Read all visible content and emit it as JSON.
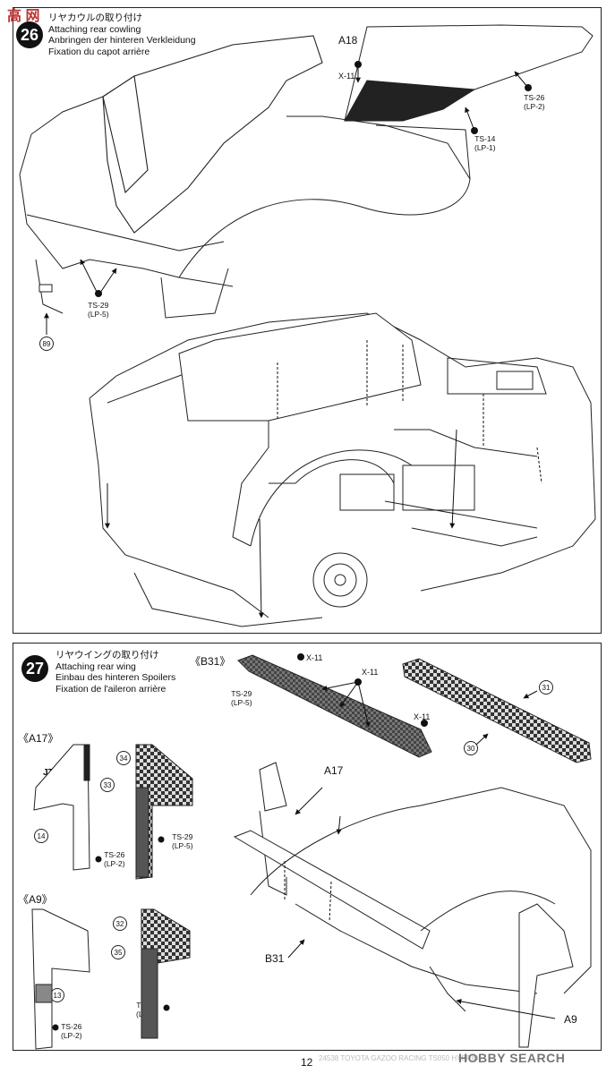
{
  "step26": {
    "number": "26",
    "title_jp": "リヤカウルの取り付け",
    "title_en": "Attaching rear cowling",
    "title_de": "Anbringen der hinteren Verkleidung",
    "title_fr": "Fixation du capot arrière",
    "part_a18": "A18",
    "x11": "X-11",
    "ts26": "TS-26",
    "lp2": "(LP-2)",
    "ts14": "TS-14",
    "lp1": "(LP-1)",
    "ts29": "TS-29",
    "lp5": "(LP-5)",
    "ref89": "89"
  },
  "step27": {
    "number": "27",
    "title_jp": "リヤウイングの取り付け",
    "title_en": "Attaching rear wing",
    "title_de": "Einbau des hinteren Spoilers",
    "title_fr": "Fixation de l'aileron arrière",
    "b31_header": "《B31》",
    "a17_header": "《A17》",
    "a9_header": "《A9》",
    "x11": "X-11",
    "ts29": "TS-29",
    "lp5": "(LP-5)",
    "ts26": "TS-26",
    "lp2": "(LP-2)",
    "jtekt": "JTEKT",
    "label_a17": "A17",
    "label_b31": "B31",
    "label_a9": "A9",
    "ref31": "31",
    "ref30": "30",
    "ref34": "34",
    "ref33": "33",
    "ref14": "14",
    "ref32": "32",
    "ref35": "35",
    "ref13": "13"
  },
  "page_number": "12",
  "watermark_top": "高 网",
  "watermark_bottom": "HOBBY SEARCH",
  "footer_faint": "24538 TOYOTA GAZOO RACING TS050 HYBRID"
}
